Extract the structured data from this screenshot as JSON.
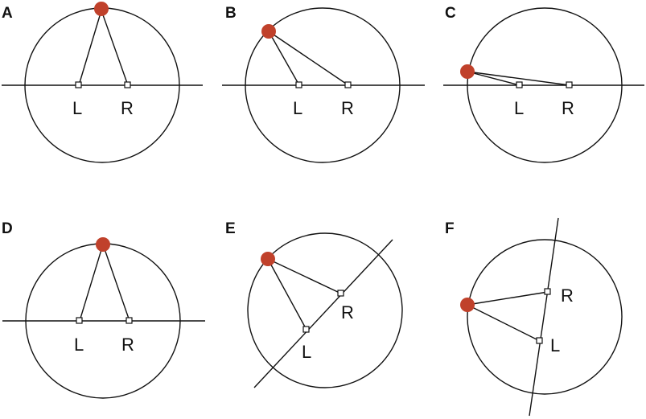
{
  "figure": {
    "source_color": "#c0412b",
    "line_color": "#111111",
    "panels": [
      {
        "letter": "A",
        "left_label": "L",
        "right_label": "R"
      },
      {
        "letter": "B",
        "left_label": "L",
        "right_label": "R"
      },
      {
        "letter": "C",
        "left_label": "L",
        "right_label": "R"
      },
      {
        "letter": "D",
        "left_label": "L",
        "right_label": "R"
      },
      {
        "letter": "E",
        "left_label": "L",
        "right_label": "R"
      },
      {
        "letter": "F",
        "left_label": "L",
        "right_label": "R"
      }
    ]
  }
}
